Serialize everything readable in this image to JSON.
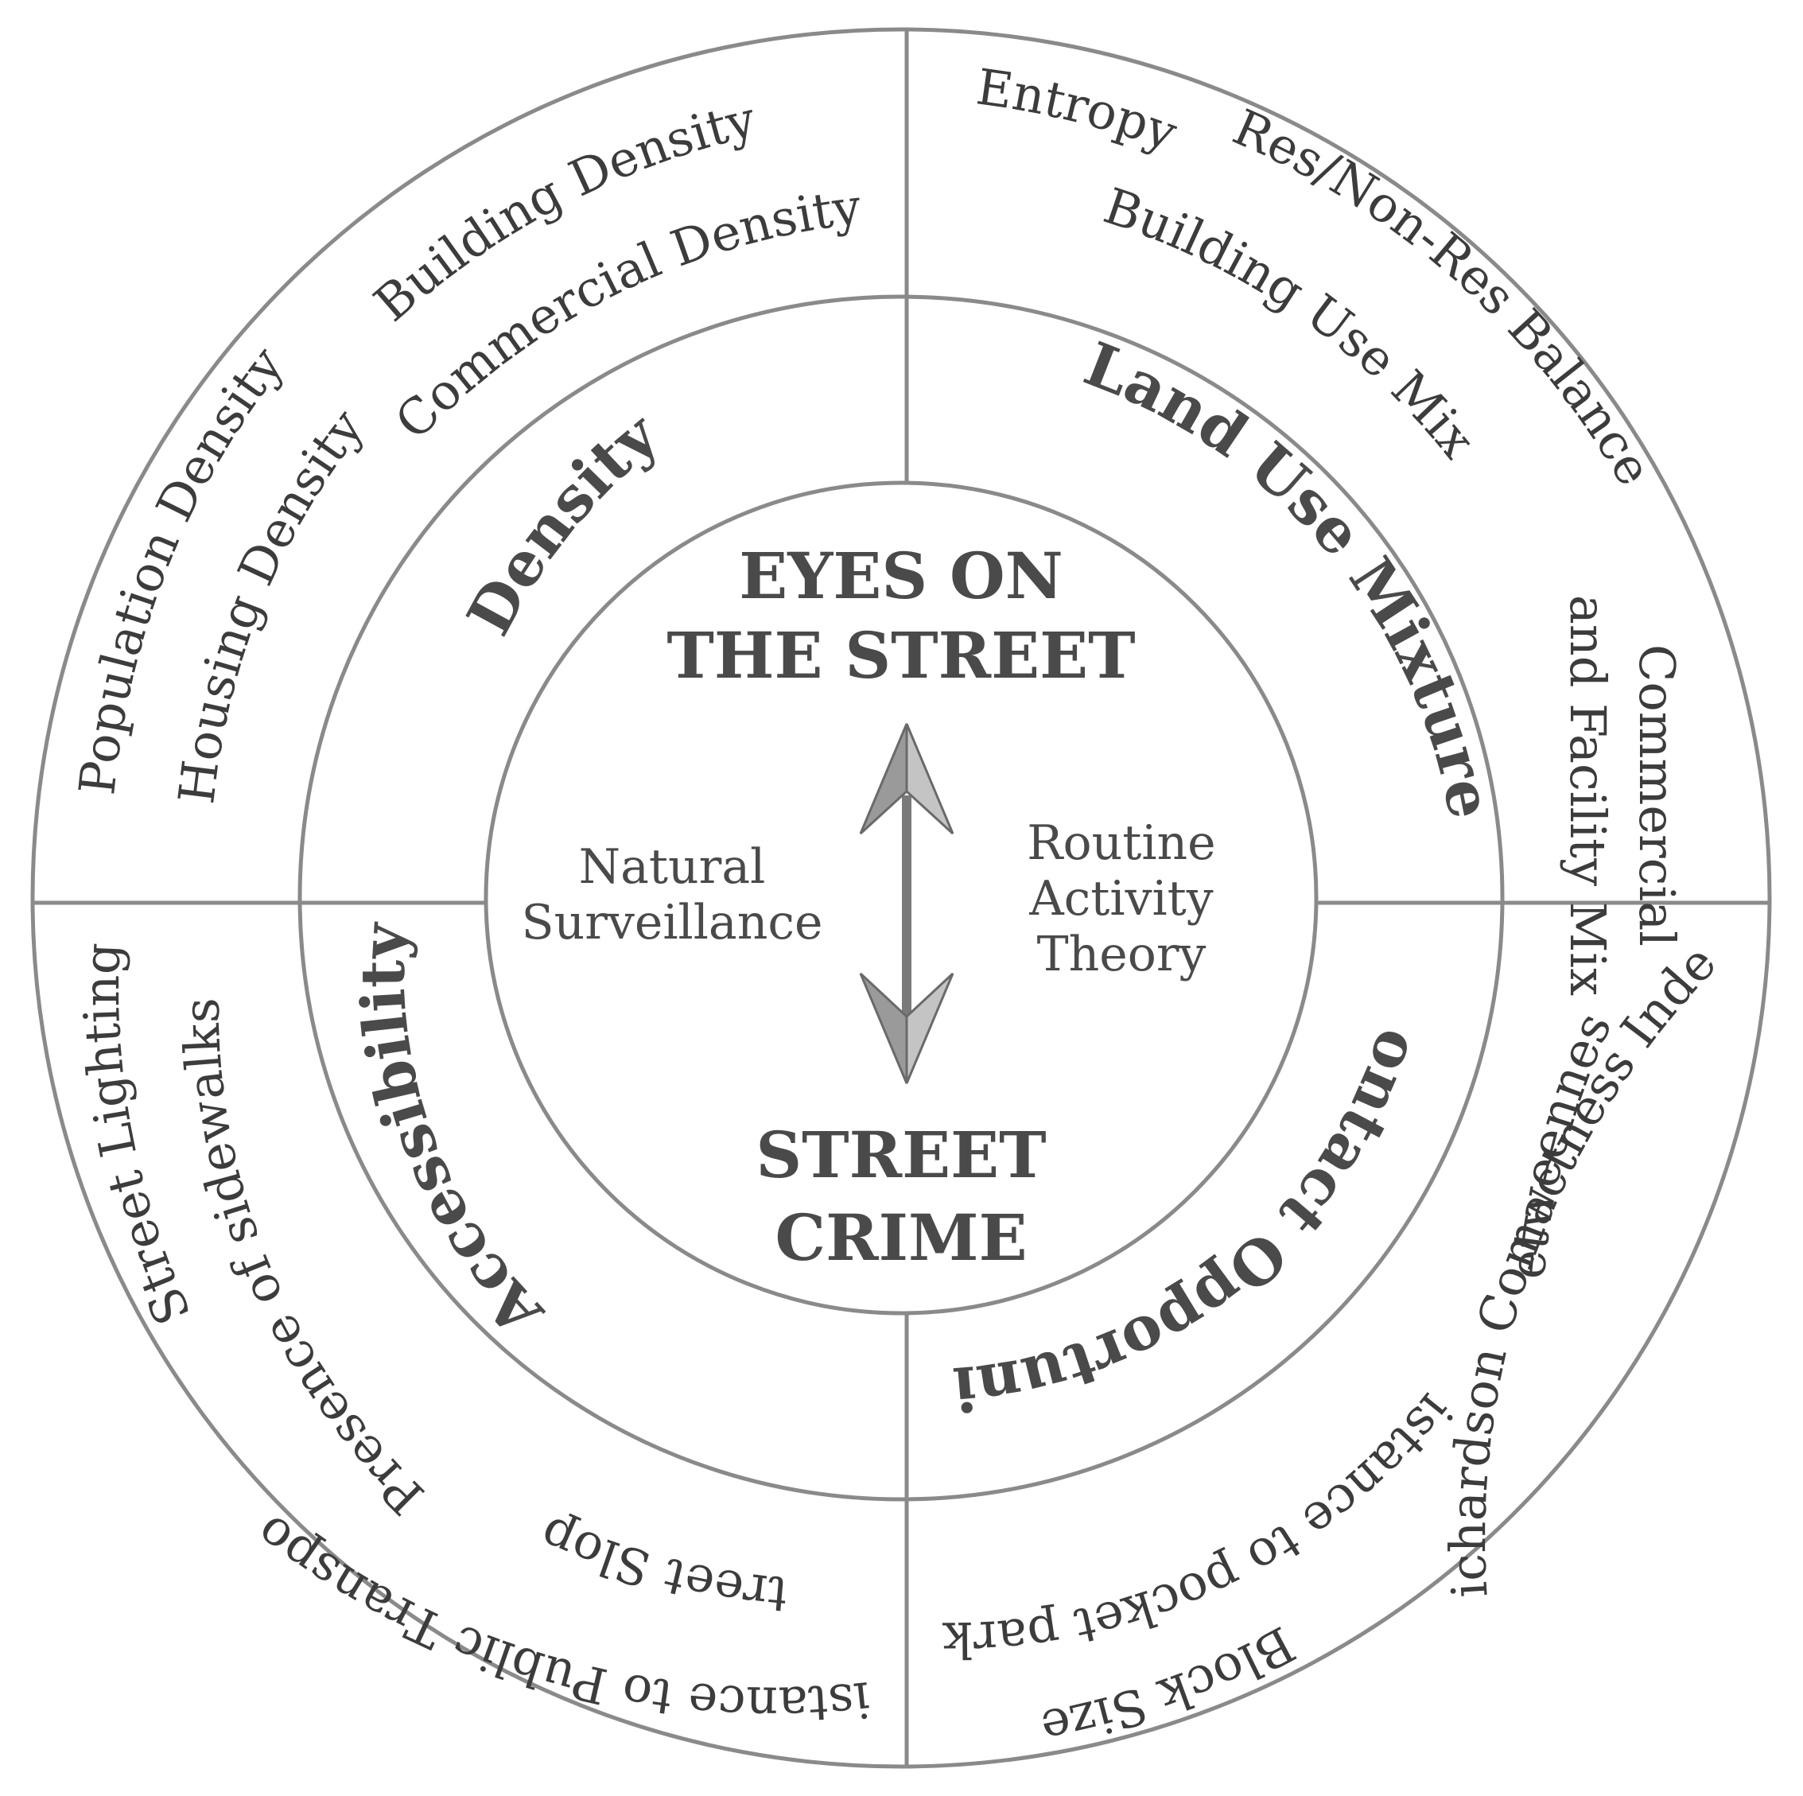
{
  "center": {
    "top_title_line1": "EYES ON",
    "top_title_line2": "THE STREET",
    "bottom_title_line1": "STREET",
    "bottom_title_line2": "CRIME",
    "left_label_line1": "Natural",
    "left_label_line2": "Surveillance",
    "right_label_line1": "Routine",
    "right_label_line2": "Activity",
    "right_label_line3": "Theory"
  },
  "dimensions": {
    "density": "Density",
    "land_use": "Land Use Mixture",
    "accessibility": "Accessibility",
    "contact": "Contact Opportunity"
  },
  "indicators": {
    "building_density": "Building Density",
    "commercial_density": "Commercial Density",
    "population_density": "Population Density",
    "housing_density": "Housing Density",
    "entropy": "Entropy",
    "res_nonres_balance": "Res/Non-Res Balance",
    "building_use_mix": "Building Use Mix",
    "commercial_facility_line1": "Commercial",
    "commercial_facility_line2": "and Facility Mix",
    "street_lighting": "Street Lighting",
    "presence_sidewalks": "Presence of sidewalks",
    "distance_public_transport": "Distance to Public Transport",
    "street_slope": "Street Slope",
    "richardson_index": "Richardson Comactness Index",
    "betweenness": "Betweenness",
    "distance_pocket_parks": "Distance to pocket parks",
    "block_size": "Block Size"
  },
  "colors": {
    "line": "#8a8a8a",
    "text": "#3c3c3c",
    "arrow": "#8f8f8f"
  }
}
